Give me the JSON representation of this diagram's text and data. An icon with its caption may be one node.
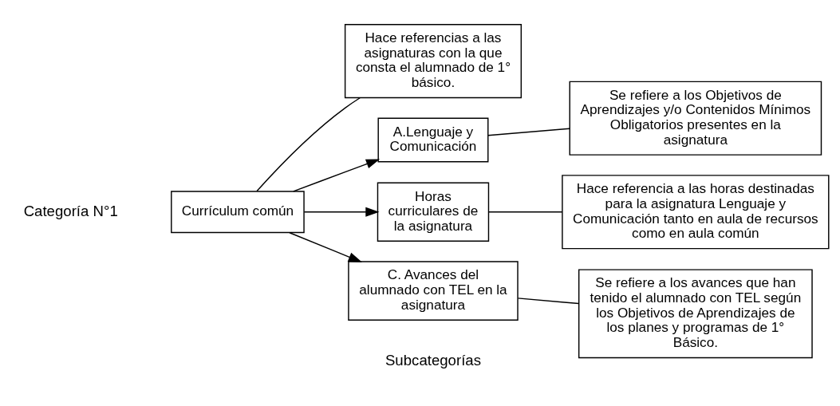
{
  "diagram": {
    "nodes": [
      {
        "text": [
          "Currículum común"
        ]
      },
      {
        "text": [
          "Hace referencias a las asignaturas con la que consta el alumnado de 1° básico."
        ]
      },
      {
        "text": [
          "A.Lenguaje y Comunicación"
        ]
      },
      {
        "text": [
          "Se refiere a los Objetivos de Aprendizajes y/o Contenidos Mínimos Obligatorios presentes en la asignatura"
        ]
      },
      {
        "text": [
          "Horas curriculares de la asignatura"
        ]
      },
      {
        "text": [
          "Hace referencia a las horas destinadas para la asignatura Lenguaje y Comunicación tanto en aula de recursos como en aula común"
        ]
      },
      {
        "text": [
          "C. Avances del alumnado con TEL en la asignatura"
        ]
      },
      {
        "text": [
          "Se refiere a los avances que han tenido el alumnado con TEL según los Objetivos de Aprendizajes de los planes y programas de 1° Básico."
        ]
      }
    ],
    "edges": [
      {
        "from": 0,
        "to": 1,
        "arrow": "none"
      },
      {
        "from": 0,
        "to": 2,
        "arrow": "to"
      },
      {
        "from": 0,
        "to": 4,
        "arrow": "to"
      },
      {
        "from": 0,
        "to": 6,
        "arrow": "to"
      },
      {
        "from": 2,
        "to": 3,
        "arrow": "none"
      },
      {
        "from": 4,
        "to": 5,
        "arrow": "none"
      },
      {
        "from": 6,
        "to": 7,
        "arrow": "none"
      }
    ],
    "labels": [
      "Categoría N°1",
      "Subcategorías"
    ]
  }
}
